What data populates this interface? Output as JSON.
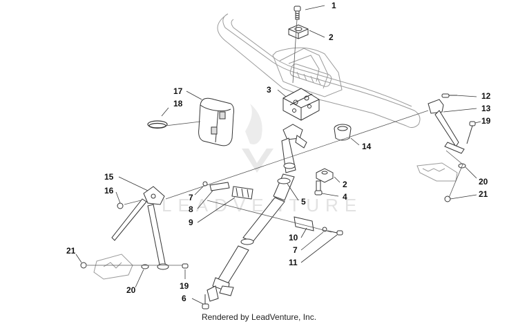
{
  "watermark": {
    "text": "LEADVENTURE"
  },
  "footer": {
    "rendered_by": "Rendered by LeadVenture, Inc."
  },
  "callouts": [
    {
      "id": "c1",
      "label": "1"
    },
    {
      "id": "c2a",
      "label": "2"
    },
    {
      "id": "c3",
      "label": "3"
    },
    {
      "id": "c17",
      "label": "17"
    },
    {
      "id": "c18",
      "label": "18"
    },
    {
      "id": "c12",
      "label": "12"
    },
    {
      "id": "c13",
      "label": "13"
    },
    {
      "id": "c19a",
      "label": "19"
    },
    {
      "id": "c14",
      "label": "14"
    },
    {
      "id": "c15",
      "label": "15"
    },
    {
      "id": "c16",
      "label": "16"
    },
    {
      "id": "c2b",
      "label": "2"
    },
    {
      "id": "c4",
      "label": "4"
    },
    {
      "id": "c5",
      "label": "5"
    },
    {
      "id": "c7a",
      "label": "7"
    },
    {
      "id": "c8",
      "label": "8"
    },
    {
      "id": "c9",
      "label": "9"
    },
    {
      "id": "c20a",
      "label": "20"
    },
    {
      "id": "c21a",
      "label": "21"
    },
    {
      "id": "c10",
      "label": "10"
    },
    {
      "id": "c7b",
      "label": "7"
    },
    {
      "id": "c11",
      "label": "11"
    },
    {
      "id": "c21b",
      "label": "21"
    },
    {
      "id": "c20b",
      "label": "20"
    },
    {
      "id": "c19b",
      "label": "19"
    },
    {
      "id": "c6",
      "label": "6"
    }
  ]
}
